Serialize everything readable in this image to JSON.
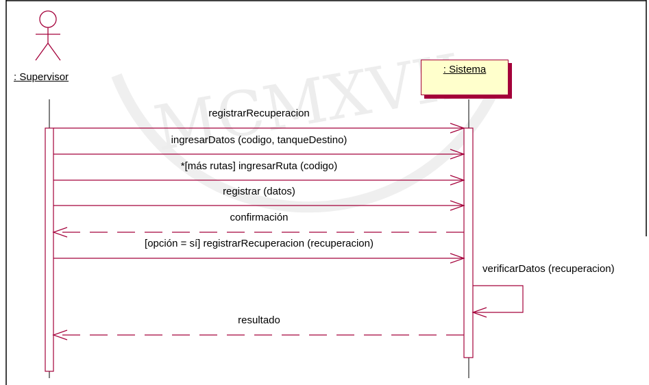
{
  "actor": {
    "name": ": Supervisor"
  },
  "object": {
    "name": ": Sistema"
  },
  "messages": [
    {
      "label": "registrarRecuperacion",
      "type": "call"
    },
    {
      "label": "ingresarDatos (codigo, tanqueDestino)",
      "type": "call"
    },
    {
      "label": "*[más rutas] ingresarRuta (codigo)",
      "type": "call"
    },
    {
      "label": "registrar (datos)",
      "type": "call"
    },
    {
      "label": "confirmación",
      "type": "return"
    },
    {
      "label": "[opción = sí] registrarRecuperacion (recuperacion)",
      "type": "call"
    },
    {
      "label": "verificarDatos (recuperacion)",
      "type": "self"
    },
    {
      "label": "resultado",
      "type": "return"
    }
  ],
  "colors": {
    "line": "#a4003a",
    "object_fill": "#ffffcc",
    "watermark": "#ececec"
  }
}
